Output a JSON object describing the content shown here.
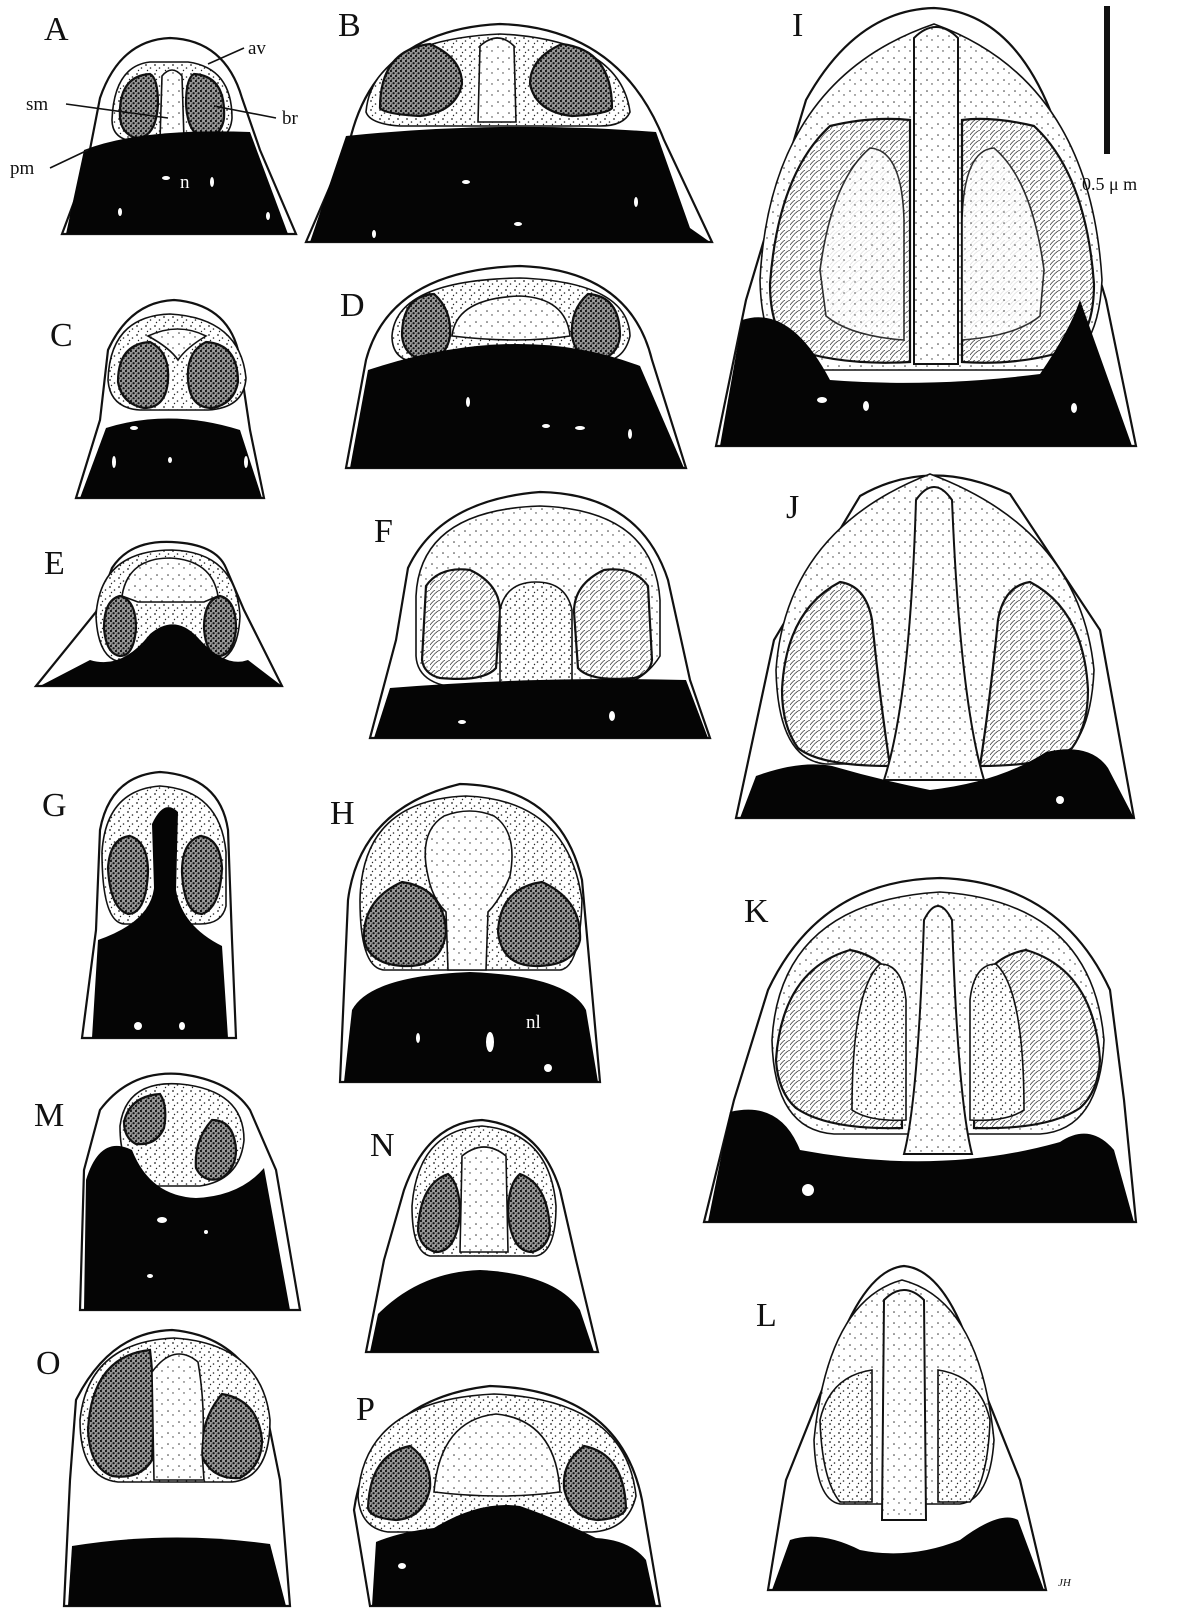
{
  "figure": {
    "panel_letters": [
      "A",
      "B",
      "C",
      "D",
      "E",
      "F",
      "G",
      "H",
      "I",
      "J",
      "K",
      "L",
      "M",
      "N",
      "O",
      "P"
    ],
    "annotations": {
      "av": "av",
      "sm": "sm",
      "br": "br",
      "pm": "pm",
      "n": "n",
      "nl": "nl"
    },
    "scale_bar": {
      "label": "0.5 μ m"
    },
    "signature": "JH",
    "colors": {
      "ink": "#111111",
      "paper": "#ffffff",
      "nucleus": "#050505"
    }
  }
}
